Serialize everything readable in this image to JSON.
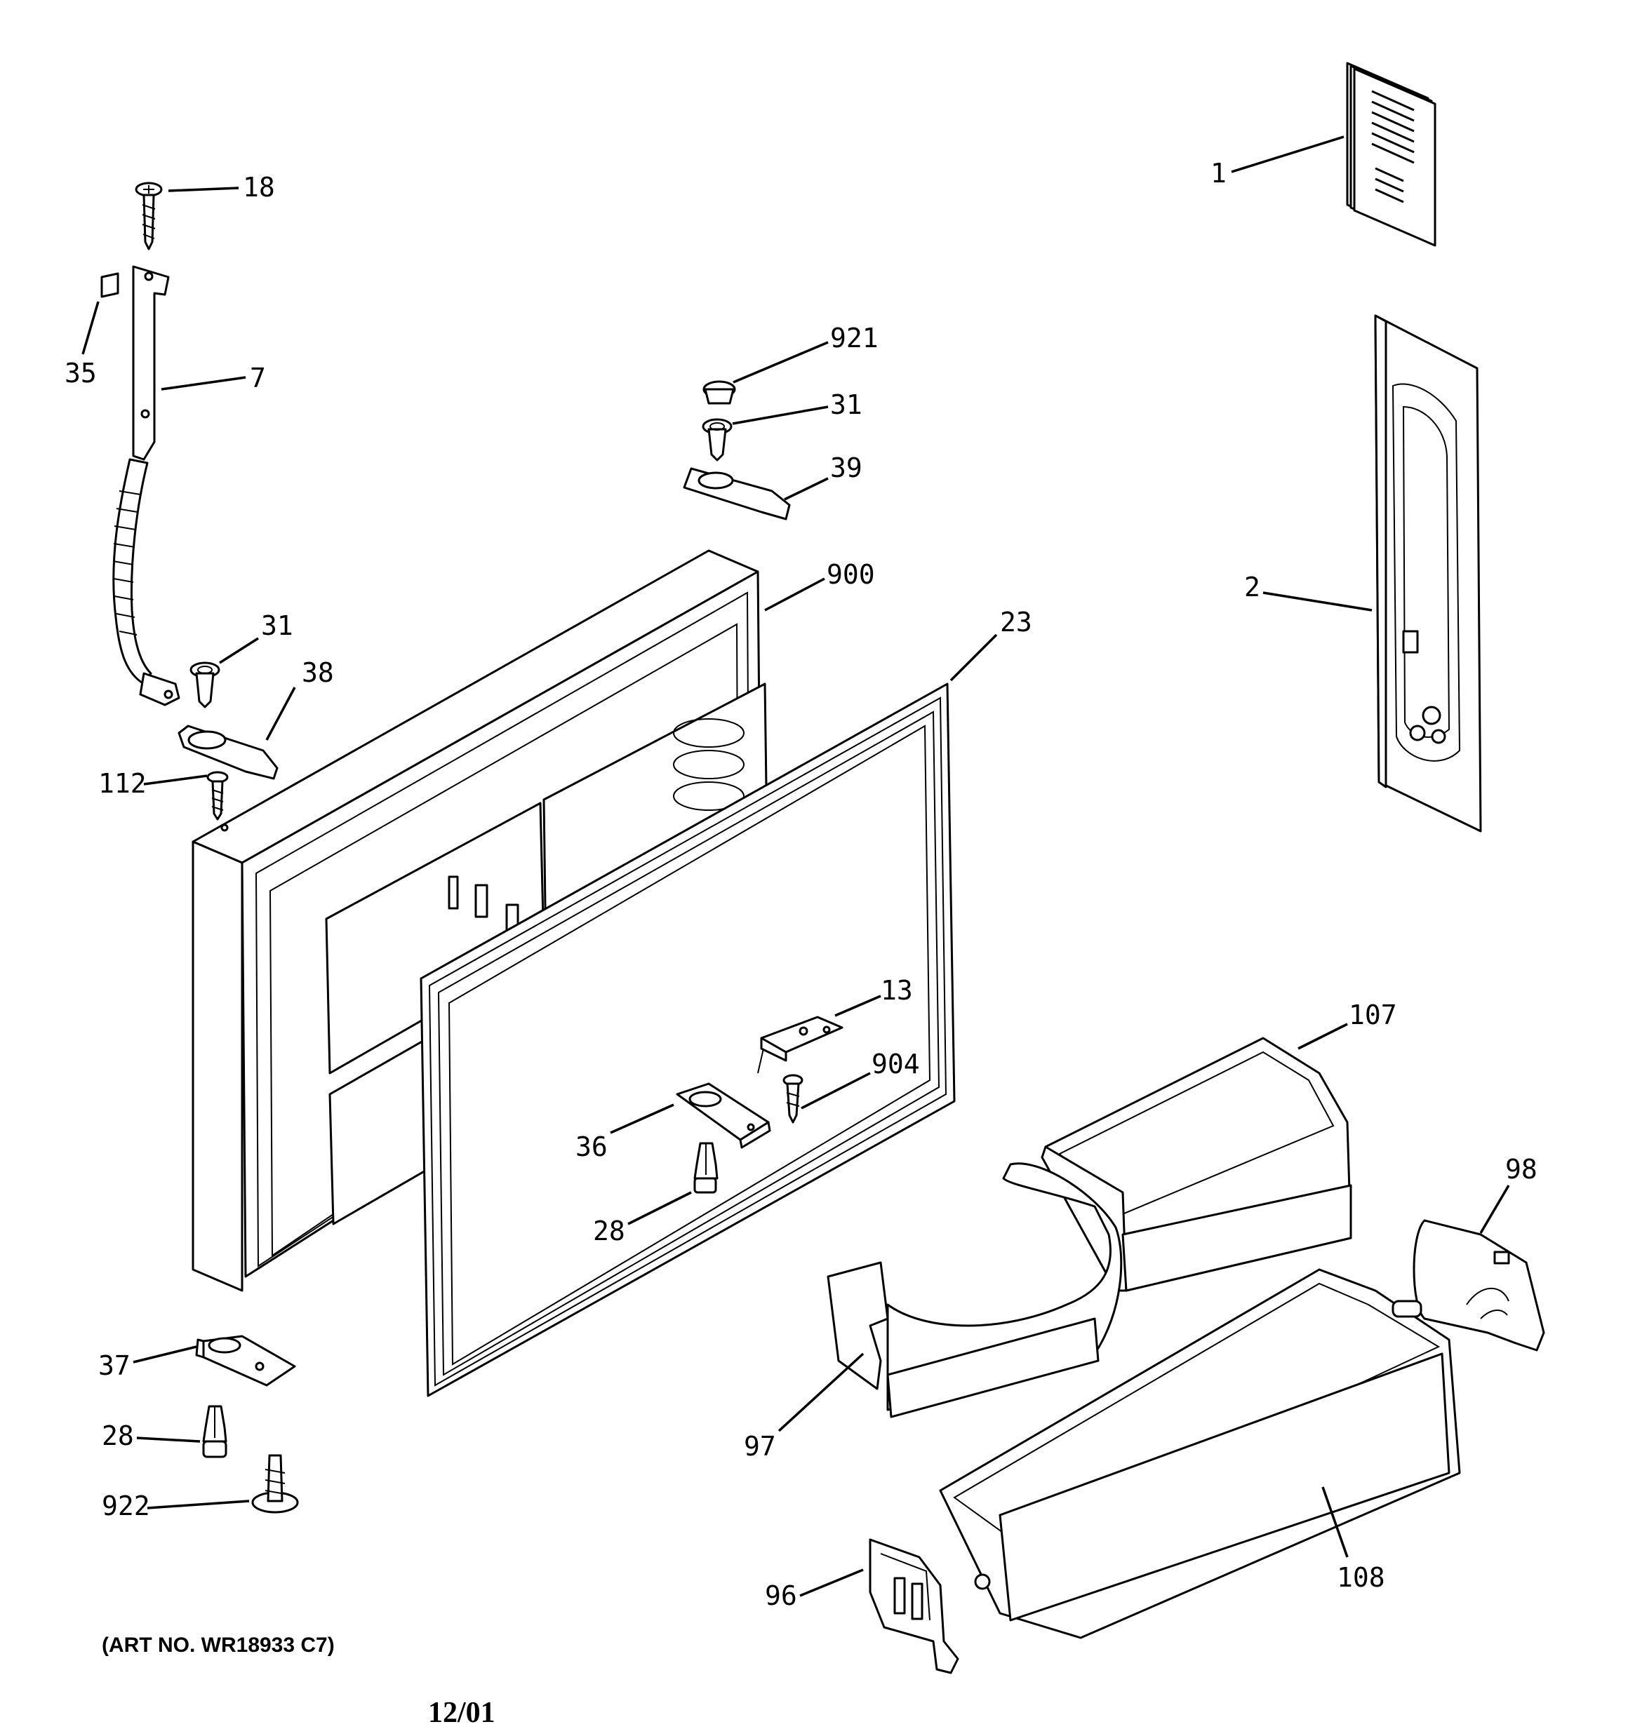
{
  "diagram": {
    "art_number": "(ART NO. WR18933 C7)",
    "date_code": "12/01",
    "callouts": {
      "1": "1",
      "2": "2",
      "7": "7",
      "13": "13",
      "18": "18",
      "23": "23",
      "28a": "28",
      "28b": "28",
      "31a": "31",
      "31b": "31",
      "35": "35",
      "36": "36",
      "37": "37",
      "38": "38",
      "39": "39",
      "96": "96",
      "97": "97",
      "98": "98",
      "107": "107",
      "108": "108",
      "112": "112",
      "900": "900",
      "904": "904",
      "921": "921",
      "922": "922"
    }
  }
}
